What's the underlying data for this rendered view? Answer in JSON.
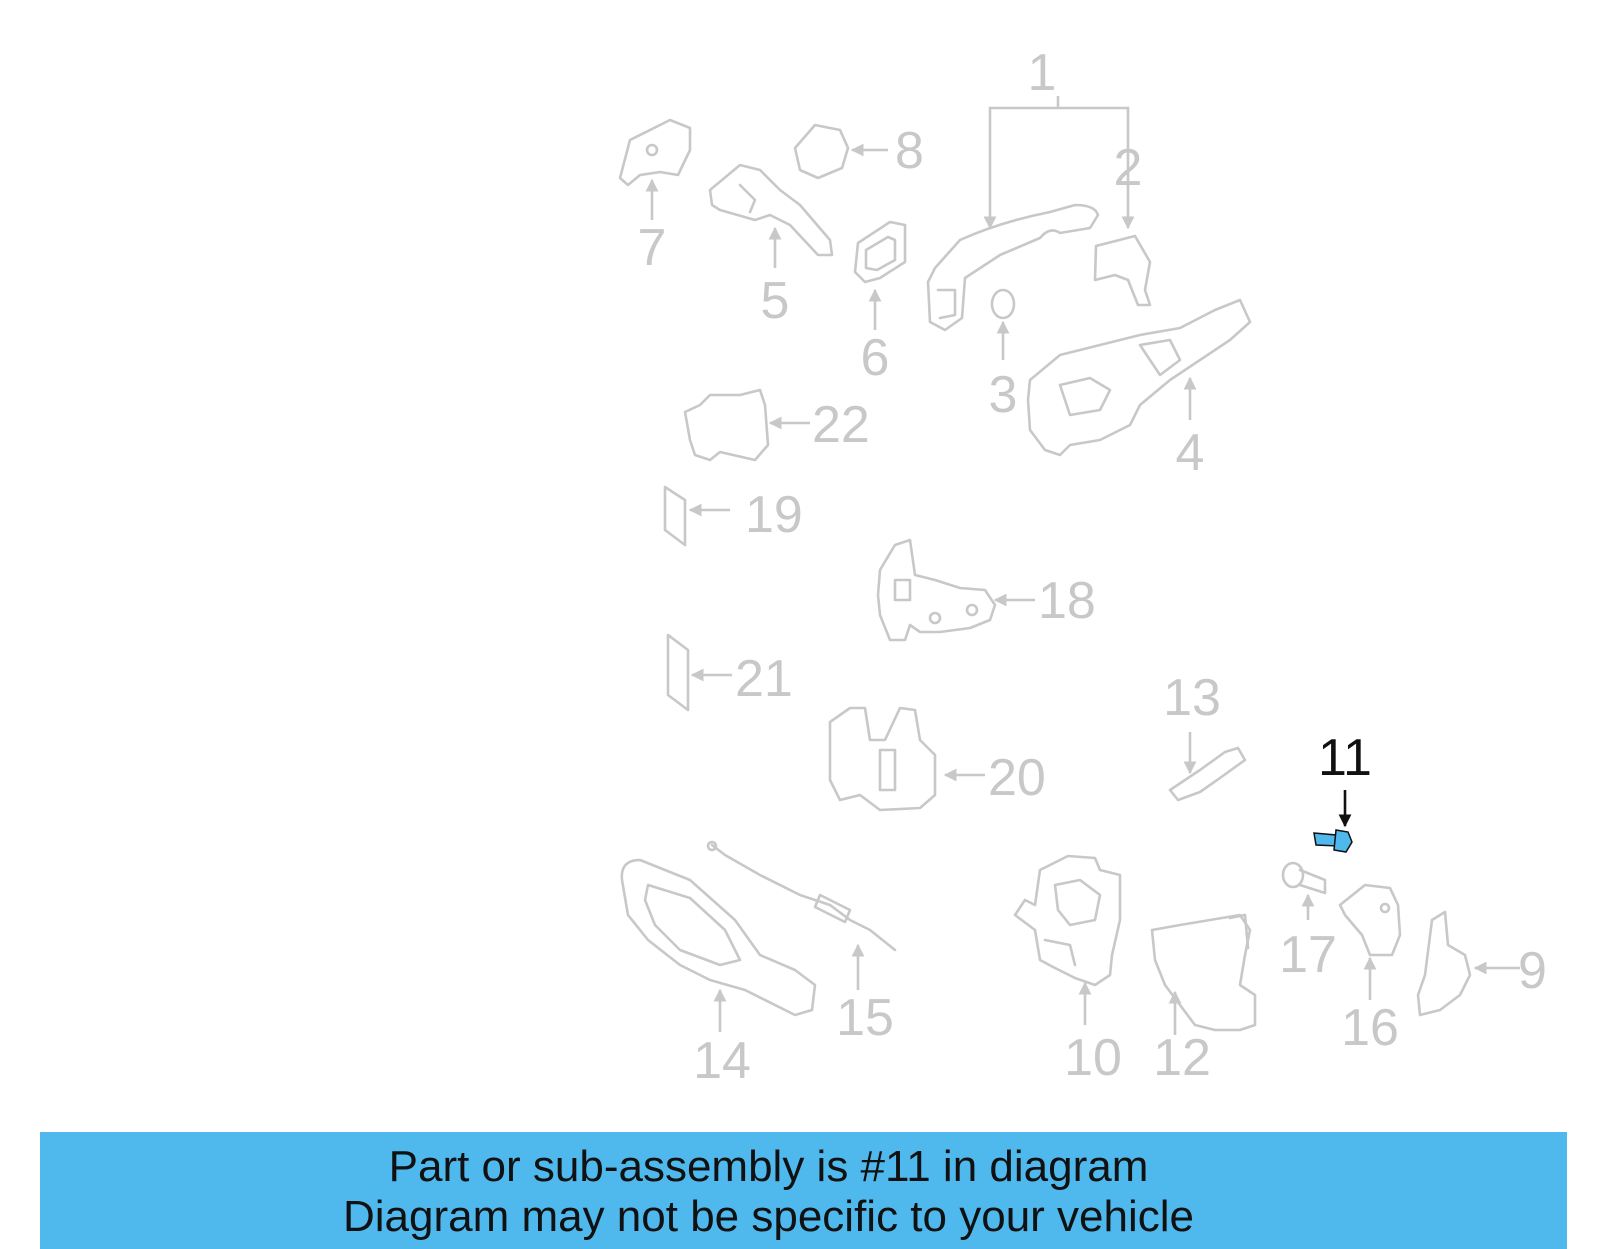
{
  "diagram": {
    "highlight_color": "#4fb9ee",
    "highlighted_part": "11",
    "callouts": [
      "1",
      "2",
      "3",
      "4",
      "5",
      "6",
      "7",
      "8",
      "9",
      "10",
      "11",
      "12",
      "13",
      "14",
      "15",
      "16",
      "17",
      "18",
      "19",
      "20",
      "21",
      "22"
    ]
  },
  "banner": {
    "line1": "Part or sub-assembly is #11 in diagram",
    "line2": "Diagram may not be specific to your vehicle",
    "background": "#4fb9ee"
  }
}
